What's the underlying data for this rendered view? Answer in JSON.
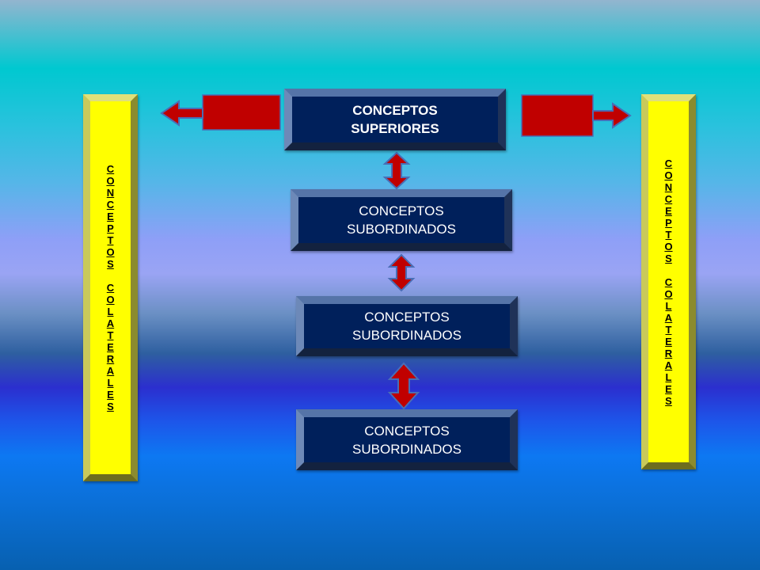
{
  "diagram": {
    "top_box": {
      "lines": "CONCEPTOS\nSUPERIORES"
    },
    "sub_boxes": [
      {
        "lines": "CONCEPTOS\nSUBORDINADOS"
      },
      {
        "lines": "CONCEPTOS\nSUBORDINADOS"
      },
      {
        "lines": "CONCEPTOS\nSUBORDINADOS"
      }
    ],
    "left_panel": {
      "lines": "C\nO\nN\nC\nE\nP\nT\nO\nS\n\nC\nO\nL\nA\nT\nE\nR\nA\nL\nE\nS"
    },
    "right_panel": {
      "lines": "C\nO\nN\nC\nE\nP\nT\nO\nS\n\nC\nO\nL\nA\nT\nE\nR\nA\nL\nE\nS"
    }
  },
  "colors": {
    "box_fill": "#00205b",
    "panel_fill": "#ffff00",
    "arrow_fill": "#c00000",
    "arrow_outline": "#4a6db5"
  }
}
